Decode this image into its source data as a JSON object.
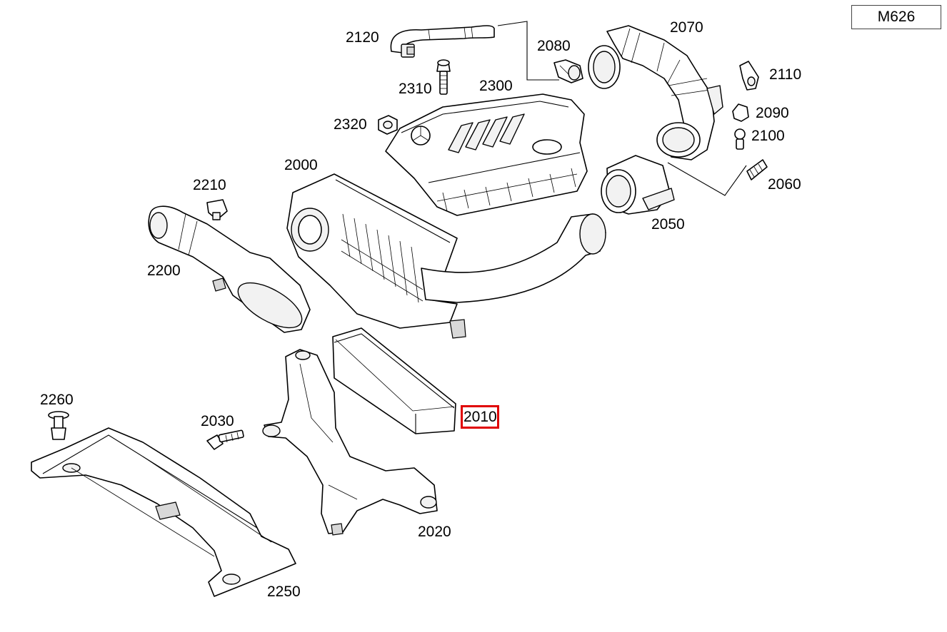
{
  "diagram": {
    "model_code": "M626",
    "highlighted_part": "2010",
    "labels": [
      {
        "id": "2120",
        "text": "2120"
      },
      {
        "id": "2310",
        "text": "2310"
      },
      {
        "id": "2080",
        "text": "2080"
      },
      {
        "id": "2300",
        "text": "2300"
      },
      {
        "id": "2070",
        "text": "2070"
      },
      {
        "id": "2110",
        "text": "2110"
      },
      {
        "id": "2090",
        "text": "2090"
      },
      {
        "id": "2320",
        "text": "2320"
      },
      {
        "id": "2100",
        "text": "2100"
      },
      {
        "id": "2000",
        "text": "2000"
      },
      {
        "id": "2060",
        "text": "2060"
      },
      {
        "id": "2210",
        "text": "2210"
      },
      {
        "id": "2050",
        "text": "2050"
      },
      {
        "id": "2200",
        "text": "2200"
      },
      {
        "id": "2260",
        "text": "2260"
      },
      {
        "id": "2030",
        "text": "2030"
      },
      {
        "id": "2010",
        "text": "2010"
      },
      {
        "id": "2020",
        "text": "2020"
      },
      {
        "id": "2250",
        "text": "2250"
      }
    ]
  }
}
